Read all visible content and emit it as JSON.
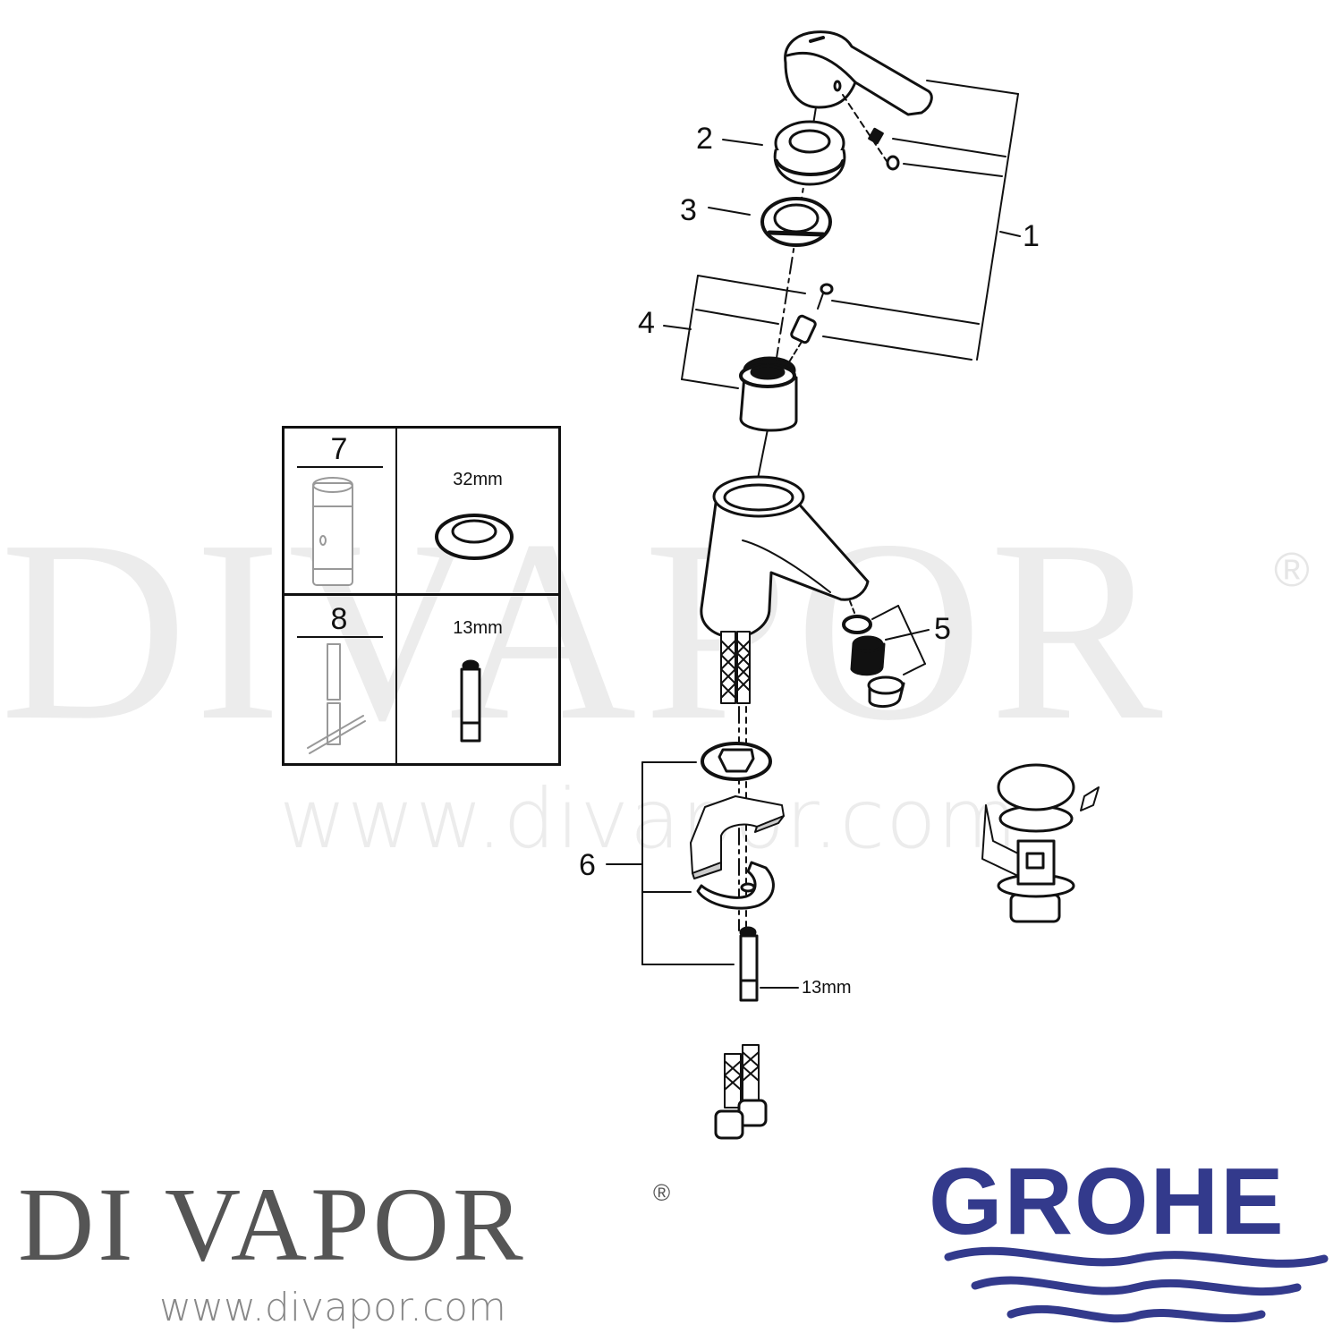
{
  "watermark": {
    "brand": "DIVAPOR",
    "registered_mark": "®",
    "url": "www.divapor.com"
  },
  "diagram": {
    "title": "Exploded parts diagram — single lever basin mixer tap",
    "callouts": [
      {
        "id": "1",
        "label": "1",
        "part": "lever handle with grub screw and cap"
      },
      {
        "id": "2",
        "label": "2",
        "part": "dome cover"
      },
      {
        "id": "3",
        "label": "3",
        "part": "cartridge retaining nut"
      },
      {
        "id": "4",
        "label": "4",
        "part": "cartridge with screw and adapter"
      },
      {
        "id": "5",
        "label": "5",
        "part": "aerator set (washer, insert, housing)"
      },
      {
        "id": "6",
        "label": "6",
        "part": "fixing set (washer, gasket, horseshoe plate, threaded stud)"
      }
    ],
    "dimension_labels": {
      "stud": "13mm"
    },
    "unlabeled_parts": [
      "mixer tap body with flexible hoses",
      "pop-up waste",
      "flexible hose ends"
    ]
  },
  "tools_table": {
    "rows": [
      {
        "number": "7",
        "tool": "cartridge socket wrench",
        "size": "32mm",
        "fits": "retaining nut"
      },
      {
        "number": "8",
        "tool": "T-bar box spanner",
        "size": "13mm",
        "fits": "threaded stud"
      }
    ]
  },
  "footer": {
    "retailer_logo": "DI VAPOR",
    "retailer_registered": "®",
    "retailer_url": "www.divapor.com",
    "manufacturer_logo": "GROHE",
    "colors": {
      "grohe_blue": "#333a8c",
      "divapor_grey": "#555555",
      "url_grey": "#888888",
      "watermark_grey": "#ececec",
      "line": "#111111"
    }
  }
}
